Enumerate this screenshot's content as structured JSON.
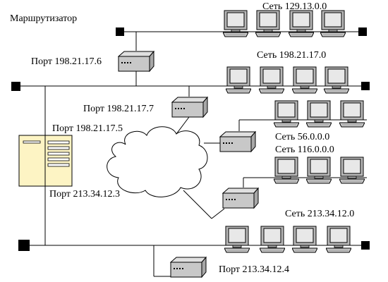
{
  "labels": {
    "router": "Маршрутизатор",
    "net_129": "Сеть 129.13.0.0",
    "net_198": "Сеть 198.21.17.0",
    "net_56": "Сеть 56.0.0.0",
    "net_116": "Сеть 116.0.0.0",
    "net_213": "Сеть  213.34.12.0",
    "port_198_6": "Порт 198.21.17.6",
    "port_198_7": "Порт 198.21.17.7",
    "port_198_5": "Порт 198.21.17.5",
    "port_213_3": "Порт 213.34.12.3",
    "port_213_4": "Порт 213.34.12.4"
  },
  "icons": {
    "router": "router-icon",
    "computer": "computer-icon",
    "server": "server-tower-icon",
    "cloud": "cloud-icon",
    "terminator": "terminator-icon"
  },
  "colors": {
    "line": "#000000",
    "device_fill": "#c8c8c8",
    "monitor_screen": "#e8e8e8",
    "server_fill": "#fdf4c4",
    "cloud_fill": "#ffffff"
  }
}
